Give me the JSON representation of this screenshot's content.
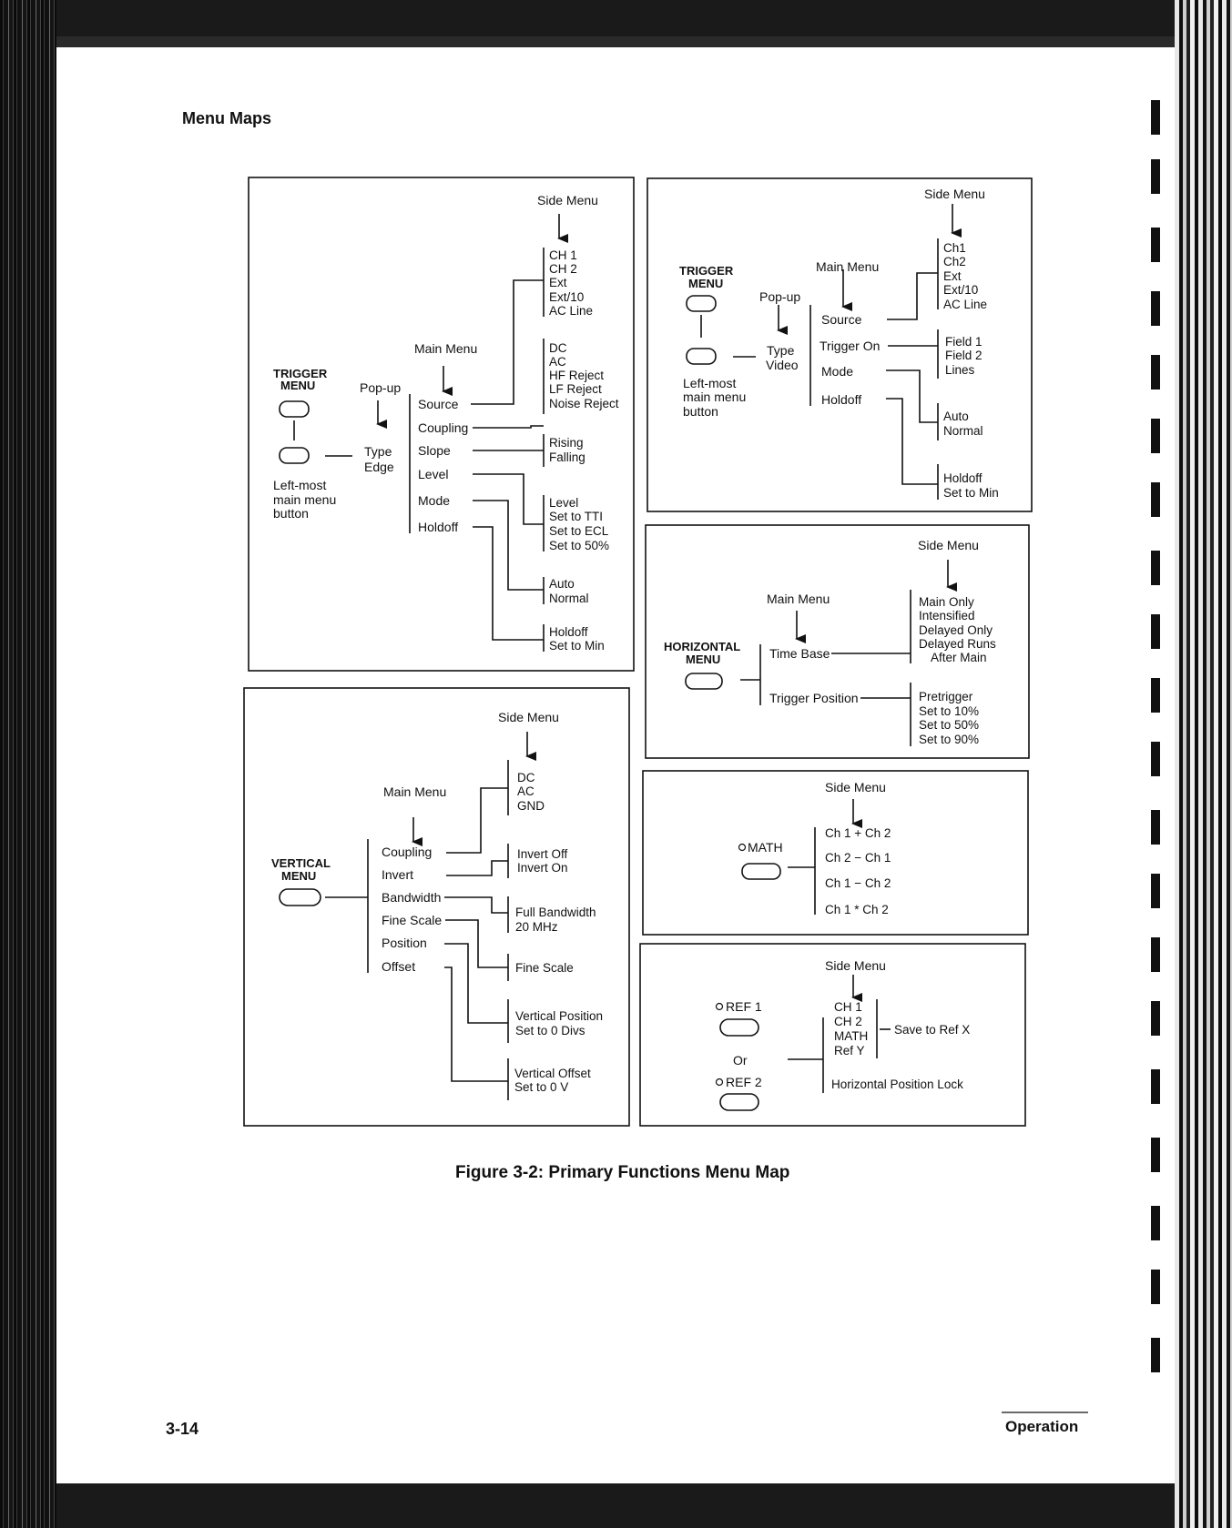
{
  "header": {
    "section_title": "Menu Maps"
  },
  "footer": {
    "page_number": "3-14",
    "section_name": "Operation"
  },
  "figure_caption": "Figure 3-2:  Primary Functions Menu Map",
  "panels": {
    "trigger_edge": {
      "button_label": [
        "TRIGGER",
        "MENU"
      ],
      "bottom_button_caption": [
        "Left-most",
        "main menu",
        "button"
      ],
      "popup_label": "Pop-up",
      "popup_value": [
        "Type",
        "Edge"
      ],
      "main_menu_label": "Main Menu",
      "side_menu_label": "Side Menu",
      "main_items": [
        "Source",
        "Coupling",
        "Slope",
        "Level",
        "Mode",
        "Holdoff"
      ],
      "source_options": [
        "CH 1",
        "CH 2",
        "Ext",
        "Ext/10",
        "AC Line"
      ],
      "coupling_options": [
        "DC",
        "AC",
        "HF Reject",
        "LF Reject",
        "Noise Reject"
      ],
      "slope_options": [
        "Rising",
        "Falling"
      ],
      "level_options": [
        "Level",
        "Set to TTI",
        "Set to ECL",
        "Set to 50%"
      ],
      "mode_options": [
        "Auto",
        "Normal"
      ],
      "holdoff_options": [
        "Holdoff",
        "Set to Min"
      ]
    },
    "trigger_video": {
      "button_label": [
        "TRIGGER",
        "MENU"
      ],
      "bottom_button_caption": [
        "Left-most",
        "main menu",
        "button"
      ],
      "popup_label": "Pop-up",
      "popup_value": [
        "Type",
        "Video"
      ],
      "main_menu_label": "Main Menu",
      "side_menu_label": "Side Menu",
      "main_items": [
        "Source",
        "Trigger On",
        "Mode",
        "Holdoff"
      ],
      "source_options": [
        "Ch1",
        "Ch2",
        "Ext",
        "Ext/10",
        "AC Line"
      ],
      "trigger_on_options": [
        "Field 1",
        "Field 2",
        "Lines"
      ],
      "mode_options": [
        "Auto",
        "Normal"
      ],
      "holdoff_options": [
        "Holdoff",
        "Set to Min"
      ]
    },
    "vertical": {
      "button_label": [
        "VERTICAL",
        "MENU"
      ],
      "main_menu_label": "Main Menu",
      "side_menu_label": "Side Menu",
      "main_items": [
        "Coupling",
        "Invert",
        "Bandwidth",
        "Fine Scale",
        "Position",
        "Offset"
      ],
      "coupling_options": [
        "DC",
        "AC",
        "GND"
      ],
      "invert_options": [
        "Invert Off",
        "Invert On"
      ],
      "bandwidth_options": [
        "Full Bandwidth",
        "20 MHz"
      ],
      "fine_scale_options": [
        "Fine Scale"
      ],
      "position_options": [
        "Vertical Position",
        "Set to 0 Divs"
      ],
      "offset_options": [
        "Vertical Offset",
        "Set to 0 V"
      ]
    },
    "horizontal": {
      "button_label": [
        "HORIZONTAL",
        "MENU"
      ],
      "main_menu_label": "Main Menu",
      "side_menu_label": "Side Menu",
      "main_items": [
        "Time Base",
        "Trigger Position"
      ],
      "time_base_options": [
        "Main Only",
        "Intensified",
        "Delayed Only",
        "Delayed Runs",
        "After Main"
      ],
      "trigger_position_options": [
        "Pretrigger",
        "Set to 10%",
        "Set to 50%",
        "Set to 90%"
      ]
    },
    "math": {
      "button_label": "MATH",
      "side_menu_label": "Side Menu",
      "options": [
        "Ch 1 + Ch 2",
        "Ch 2 − Ch 1",
        "Ch 1 − Ch 2",
        "Ch 1 * Ch 2"
      ]
    },
    "ref": {
      "ref1_label": "REF 1",
      "or_label": "Or",
      "ref2_label": "REF 2",
      "side_menu_label": "Side Menu",
      "channel_options": [
        "CH 1",
        "CH 2",
        "MATH",
        "Ref Y"
      ],
      "save_label": "Save to Ref X",
      "lock_label": "Horizontal Position Lock"
    }
  }
}
